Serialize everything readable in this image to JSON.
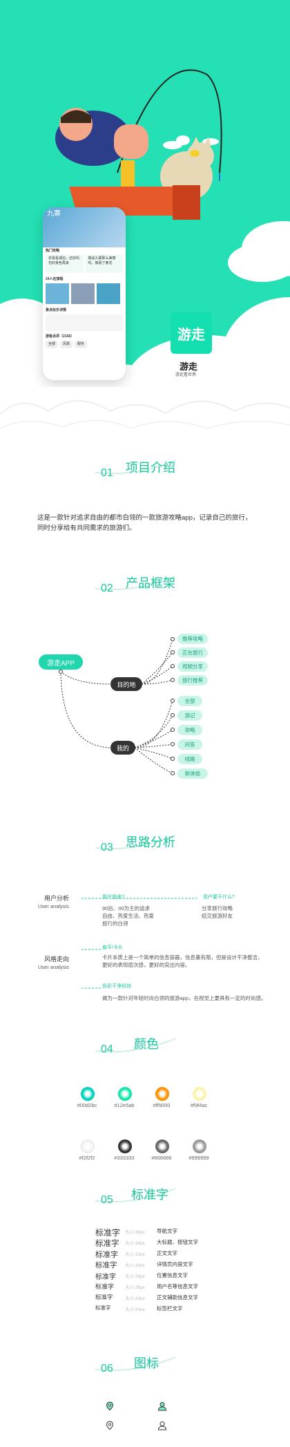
{
  "app": {
    "name": "游走",
    "slogan": "游走看世界",
    "logo_text": "游走"
  },
  "phone": {
    "banner_text": "九寨",
    "section1": "热门攻略",
    "card1": "去看看湖泊，还好吗也好景色再来",
    "card2": "像是九寨那么美丽吗，像极了黄龙",
    "section2": "24人在旅程",
    "section3": "景点玩乐详情",
    "section4": "游客点评（2158）",
    "tags": [
      "全部",
      "风景",
      "服务"
    ]
  },
  "sections": {
    "s1": {
      "num": "01",
      "title": "项目介绍"
    },
    "s2": {
      "num": "02",
      "title": "产品框架"
    },
    "s3": {
      "num": "03",
      "title": "思路分析"
    },
    "s4": {
      "num": "04",
      "title": "颜色"
    },
    "s5": {
      "num": "05",
      "title": "标准字"
    },
    "s6": {
      "num": "06",
      "title": "图标"
    }
  },
  "intro_text": "这是一款针对追求自由的都市白领的一款旅游攻略app，记录自己的旅行，同时分享给有共同需求的旅游们。",
  "mindmap": {
    "root": "游走APP",
    "branch1": "目的地",
    "branch2": "我的",
    "leaves1": [
      "推荐攻略",
      "正在旅行",
      "视频分享",
      "旅行推荐"
    ],
    "leaves2": [
      "全部",
      "游记",
      "攻略",
      "问答",
      "线路",
      "新体验"
    ]
  },
  "analysis": {
    "user_label": "用户分析",
    "user_label_en": "User analysis",
    "style_label": "风格走向",
    "style_label_en": "User analysis",
    "who_head": "用户是谁?",
    "who_text": [
      "90后、00为主的追求",
      "自由、热爱生活、热爱",
      "旅行的白领"
    ],
    "need_head": "用户要干什么?",
    "need_text": [
      "分享旅行攻略",
      "结交旅游好友"
    ],
    "flat_head": "扁平/卡片",
    "flat_text": [
      "卡片本质上是一个简单的信息容器，信息量有限，但是设计干净整洁，",
      "更好的表现层次感，更好的突出内容。"
    ],
    "color_head": "色彩干净轻快",
    "color_text": "做为一款针对年轻时尚白领的旅游app，在视觉上要具有一定的时尚感。"
  },
  "colors": [
    {
      "hex": "#00d2bc",
      "label": "#00d2bc"
    },
    {
      "hex": "#12e5ab",
      "label": "#12e5ab"
    },
    {
      "hex": "#ff9000",
      "label": "#ff9000"
    },
    {
      "hex": "#f9f4ac",
      "label": "#f9f4ac"
    },
    {
      "hex": "#f2f2f2",
      "label": "#f2f2f2"
    },
    {
      "hex": "#333333",
      "label": "#333333"
    },
    {
      "hex": "#666666",
      "label": "#666666"
    },
    {
      "hex": "#999999",
      "label": "#999999"
    }
  ],
  "typography": [
    {
      "sample": "标准字",
      "size": "大小:38px",
      "use": "导航文字"
    },
    {
      "sample": "标准字",
      "size": "大小:34px",
      "use": "大标题、按钮文字"
    },
    {
      "sample": "标准字",
      "size": "大小:32px",
      "use": "正文文字"
    },
    {
      "sample": "标准字",
      "size": "大小:30px",
      "use": "详情页内容文字"
    },
    {
      "sample": "标准字",
      "size": "大小:28px",
      "use": "位置信息文字"
    },
    {
      "sample": "标准字",
      "size": "大小:26px",
      "use": "用户名等信息文字"
    },
    {
      "sample": "标准字",
      "size": "大小:24px",
      "use": "正文辅助信息文字"
    },
    {
      "sample": "标准字",
      "size": "大小:20px",
      "use": "标签栏文字"
    }
  ]
}
